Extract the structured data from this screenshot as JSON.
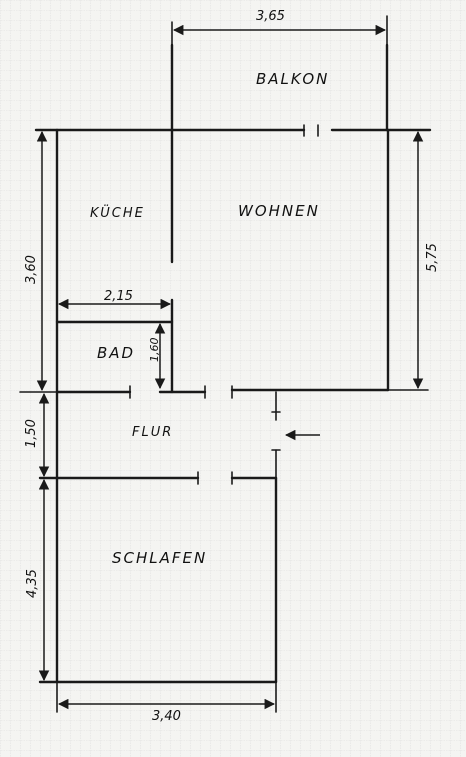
{
  "rooms": {
    "balkon": "BALKON",
    "kueche": "KÜCHE",
    "wohnen": "WOHNEN",
    "bad": "BAD",
    "flur": "FLUR",
    "schlafen": "SCHLAFEN"
  },
  "dimensions": {
    "balkon_width": "3,65",
    "wohnen_height": "5,75",
    "kueche_height": "3,60",
    "bad_width": "2,15",
    "bad_height": "1,60",
    "flur_height": "1,50",
    "schlafen_height": "4,35",
    "schlafen_width": "3,40"
  },
  "colors": {
    "ink": "#1a1a1a",
    "grid": "#c9c9c9",
    "paper": "#f4f4f2"
  }
}
